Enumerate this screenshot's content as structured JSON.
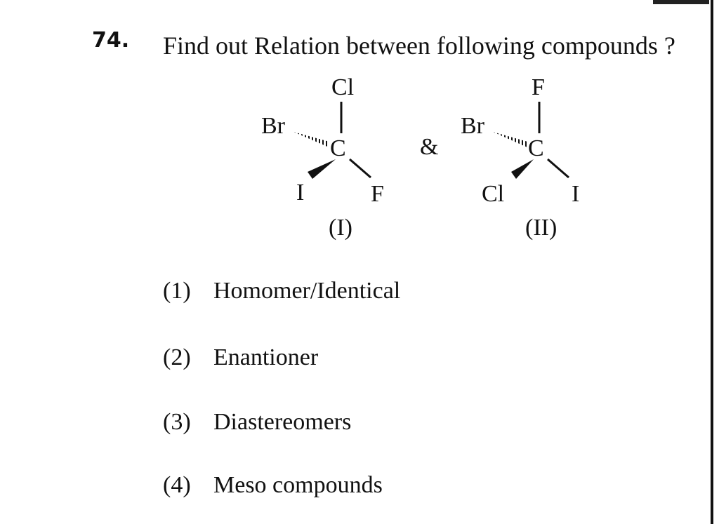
{
  "question": {
    "number": "74.",
    "text": "Find out Relation between following compounds ?"
  },
  "compound_1": {
    "label": "(I)",
    "center": "C",
    "top": "Cl",
    "hashed": "Br",
    "wedge": "I",
    "right": "F"
  },
  "ampersand": "&",
  "compound_2": {
    "label": "(II)",
    "center": "C",
    "top": "F",
    "hashed": "Br",
    "wedge": "Cl",
    "right": "I"
  },
  "options": [
    {
      "num": "(1)",
      "text": "Homomer/Identical"
    },
    {
      "num": "(2)",
      "text": "Enantioner"
    },
    {
      "num": "(3)",
      "text": "Diastereomers"
    },
    {
      "num": "(4)",
      "text": "Meso compounds"
    }
  ]
}
